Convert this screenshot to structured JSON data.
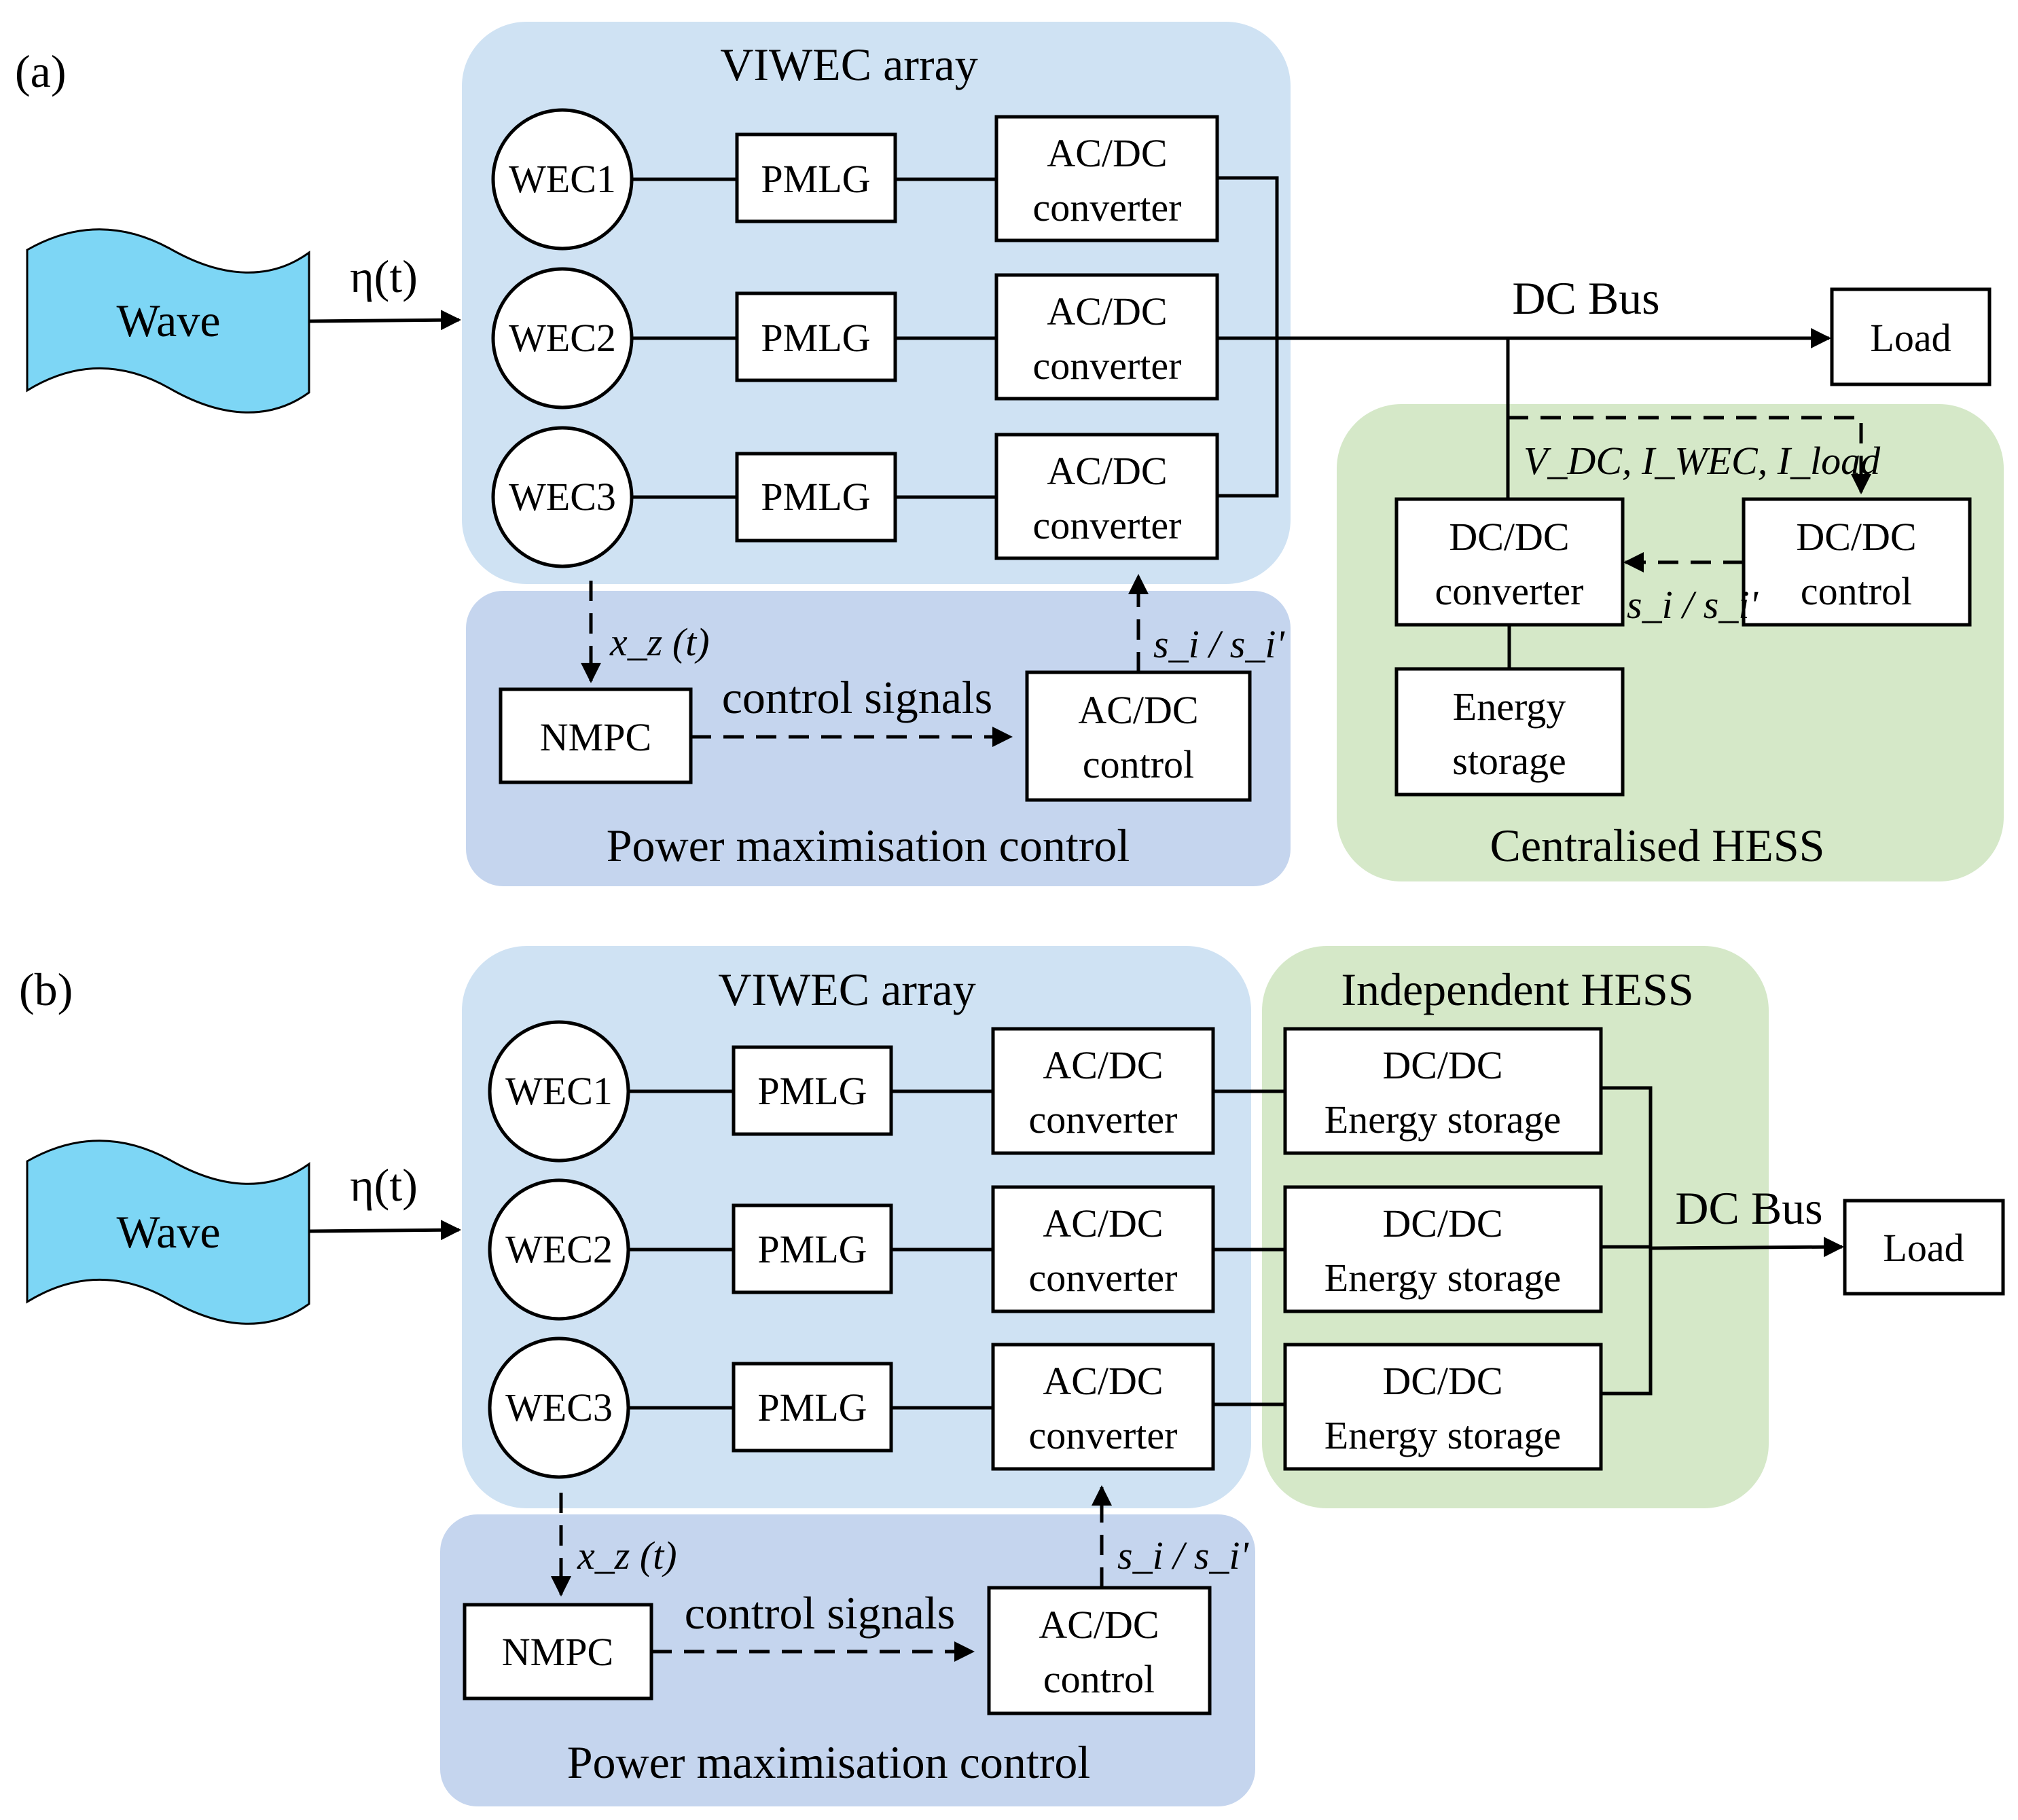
{
  "panel_a": {
    "tag": "(a)",
    "wave_label": "Wave",
    "eta": "η(t)",
    "array_title": "VIWEC array",
    "wec_labels": [
      "WEC1",
      "WEC2",
      "WEC3"
    ],
    "pmlg_label": "PMLG",
    "acdc_line1": "AC/DC",
    "acdc_line2": "converter",
    "dc_bus": "DC Bus",
    "load": "Load",
    "sensor_signals": "V_DC, I_WEC, I_load",
    "dcdc_conv_line1": "DC/DC",
    "dcdc_conv_line2": "converter",
    "dcdc_ctrl_line1": "DC/DC",
    "dcdc_ctrl_line2": "control",
    "switch_signal": "s_i / s_i'",
    "storage_line1": "Energy",
    "storage_line2": "storage",
    "hess_title": "Centralised HESS",
    "xz": "x_z (t)",
    "nmpc": "NMPC",
    "control_signals": "control signals",
    "acdc_ctrl_line1": "AC/DC",
    "acdc_ctrl_line2": "control",
    "pmc_title": "Power maximisation control"
  },
  "panel_b": {
    "tag": "(b)",
    "wave_label": "Wave",
    "eta": "η(t)",
    "array_title": "VIWEC array",
    "wec_labels": [
      "WEC1",
      "WEC2",
      "WEC3"
    ],
    "pmlg_label": "PMLG",
    "acdc_line1": "AC/DC",
    "acdc_line2": "converter",
    "hess_title": "Independent HESS",
    "dcdc_line1": "DC/DC",
    "dcdc_line2": "Energy storage",
    "dc_bus": "DC Bus",
    "load": "Load",
    "xz": "x_z (t)",
    "nmpc": "NMPC",
    "control_signals": "control signals",
    "acdc_ctrl_line1": "AC/DC",
    "acdc_ctrl_line2": "control",
    "switch_signal": "s_i / s_i'",
    "pmc_title": "Power maximisation control"
  },
  "colors": {
    "viwec_bg": "#cfe2f3",
    "pmc_bg": "#c5d5ee",
    "hess_bg": "#d5e8c8",
    "wave_fill": "#7dd6f5"
  }
}
